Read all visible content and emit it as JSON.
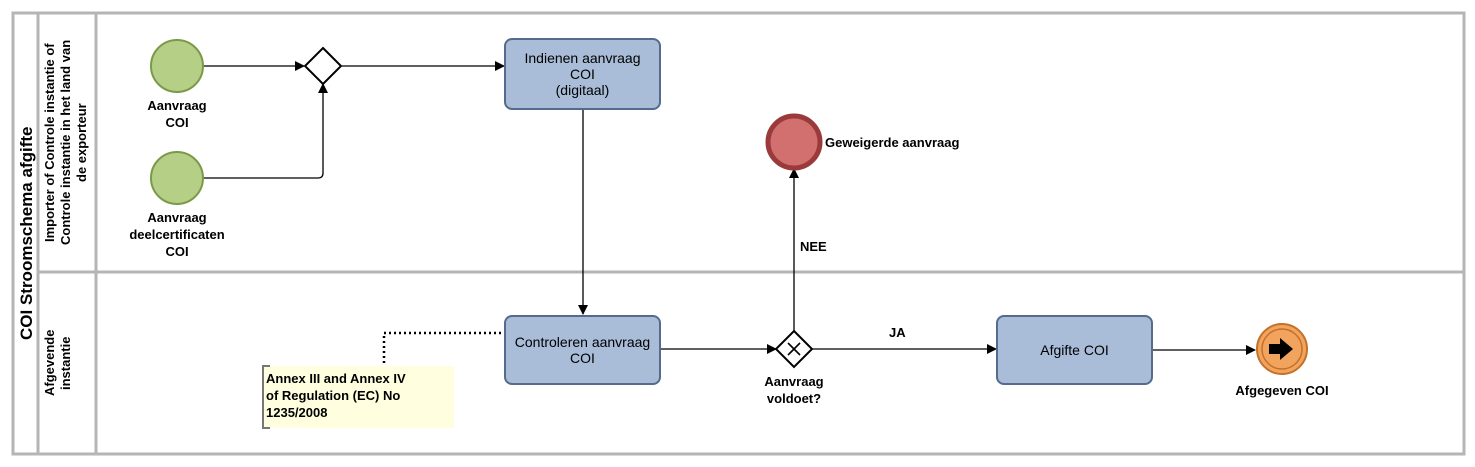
{
  "pool": {
    "title": "COI Stroomschema afgifte"
  },
  "lanes": [
    {
      "label": "Importer of Controle instantie of\nControle instantie in het land van\nde exporteur"
    },
    {
      "label": "Afgevende\ninstantie"
    }
  ],
  "events": {
    "start_aanvraag_coi": "Aanvraag\nCOI",
    "start_aanvraag_deelcertificaten": "Aanvraag\ndeelcertificaten\nCOI",
    "end_geweigerd": "Geweigerde aanvraag",
    "end_afgegeven": "Afgegeven COI"
  },
  "tasks": {
    "indienen": "Indienen aanvraag\nCOI\n(digitaal)",
    "controleren": "Controleren aanvraag\nCOI",
    "afgifte": "Afgifte COI"
  },
  "gateways": {
    "xor_label": "Aanvraag\nvoldoet?"
  },
  "flows": {
    "nee": "NEE",
    "ja": "JA"
  },
  "annotation": "Annex III and Annex IV\nof Regulation (EC) No\n1235/2008",
  "colors": {
    "start_fill": "#b5cf86",
    "start_stroke": "#7a9a4a",
    "task_fill": "#a9bcd8",
    "task_stroke": "#556b8e",
    "end_red_fill": "#d27070",
    "end_red_stroke": "#9b3a3a",
    "end_orange_fill": "#f2a35e",
    "end_orange_stroke": "#c4712a",
    "annotation_fill": "#ffffe0",
    "lane_border": "#b5b5b5"
  }
}
